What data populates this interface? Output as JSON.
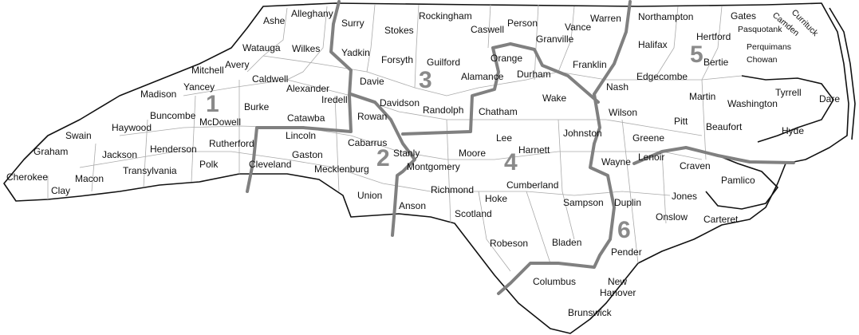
{
  "counties": {
    "ashe": "Ashe",
    "alleghany": "Alleghany",
    "surry": "Surry",
    "stokes": "Stokes",
    "rockingham": "Rockingham",
    "caswell": "Caswell",
    "person": "Person",
    "vance": "Vance",
    "warren": "Warren",
    "granville": "Granville",
    "northampton": "Northampton",
    "gates": "Gates",
    "pasquotank": "Pasquotank",
    "camden": "Camden",
    "currituck": "Currituck",
    "hertford": "Hertford",
    "perquimans": "Perquimans",
    "chowan": "Chowan",
    "halifax": "Halifax",
    "bertie": "Bertie",
    "watauga": "Watauga",
    "wilkes": "Wilkes",
    "yadkin": "Yadkin",
    "forsyth": "Forsyth",
    "guilford": "Guilford",
    "orange": "Orange",
    "alamance": "Alamance",
    "durham": "Durham",
    "franklin": "Franklin",
    "mitchell": "Mitchell",
    "avery": "Avery",
    "caldwell": "Caldwell",
    "alexander": "Alexander",
    "iredell": "Iredell",
    "davie": "Davie",
    "davidson": "Davidson",
    "rowan": "Rowan",
    "randolph": "Randolph",
    "chatham": "Chatham",
    "wake": "Wake",
    "nash": "Nash",
    "edgecombe": "Edgecombe",
    "martin": "Martin",
    "washington": "Washington",
    "tyrrell": "Tyrrell",
    "dare": "Dare",
    "madison": "Madison",
    "yancey": "Yancey",
    "buncombe": "Buncombe",
    "mcdowell": "McDowell",
    "burke": "Burke",
    "catawba": "Catawba",
    "wilson": "Wilson",
    "pitt": "Pitt",
    "beaufort": "Beaufort",
    "hyde": "Hyde",
    "swain": "Swain",
    "haywood": "Haywood",
    "graham": "Graham",
    "jackson": "Jackson",
    "henderson": "Henderson",
    "rutherford": "Rutherford",
    "lincoln": "Lincoln",
    "gaston": "Gaston",
    "cabarrus": "Cabarrus",
    "stanly": "Stanly",
    "lee": "Lee",
    "harnett": "Harnett",
    "johnston": "Johnston",
    "greene": "Greene",
    "lenoir": "Lenoir",
    "craven": "Craven",
    "pamlico": "Pamlico",
    "wayne": "Wayne",
    "cherokee": "Cherokee",
    "macon": "Macon",
    "clay": "Clay",
    "transylvania": "Transylvania",
    "polk": "Polk",
    "cleveland": "Cleveland",
    "mecklenburg": "Mecklenburg",
    "montgomery": "Montgomery",
    "moore": "Moore",
    "union": "Union",
    "anson": "Anson",
    "richmond": "Richmond",
    "hoke": "Hoke",
    "cumberland": "Cumberland",
    "scotland": "Scotland",
    "sampson": "Sampson",
    "duplin": "Duplin",
    "jones": "Jones",
    "onslow": "Onslow",
    "carteret": "Carteret",
    "robeson": "Robeson",
    "bladen": "Bladen",
    "pender": "Pender",
    "columbus": "Columbus",
    "new": "New",
    "hanover": "Hanover",
    "brunswick": "Brunswick"
  },
  "regions": [
    "1",
    "2",
    "3",
    "4",
    "5",
    "6"
  ]
}
